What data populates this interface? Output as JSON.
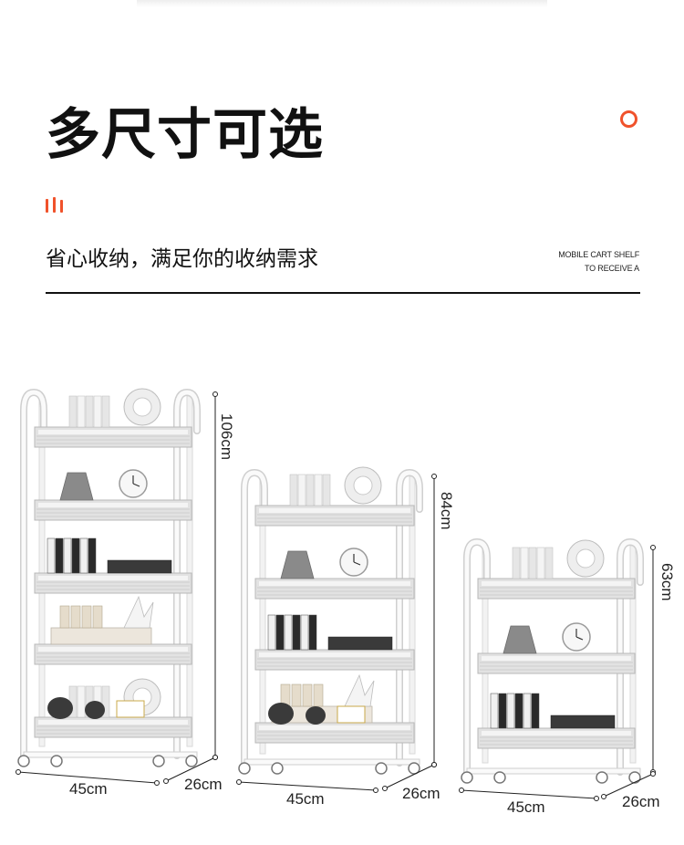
{
  "header": {
    "title": "多尺寸可选",
    "subtitle": "省心收纳，满足你的收纳需求",
    "english_line_1": "MOBILE CART SHELF",
    "english_line_2": "TO RECEIVE A"
  },
  "colors": {
    "accent": "#f0522b",
    "text": "#111111",
    "rule": "#111111",
    "frame": "#fafafa",
    "frame_edge": "#cfcfcf",
    "basket": "#e2e2e2"
  },
  "icons": [
    "ring-icon",
    "bars-icon"
  ],
  "products": [
    {
      "name": "cart-5-tier",
      "height": "106cm",
      "width": "45cm",
      "depth": "26cm"
    },
    {
      "name": "cart-4-tier",
      "height": "84cm",
      "width": "45cm",
      "depth": "26cm"
    },
    {
      "name": "cart-3-tier",
      "height": "63cm",
      "width": "45cm",
      "depth": "26cm"
    }
  ]
}
